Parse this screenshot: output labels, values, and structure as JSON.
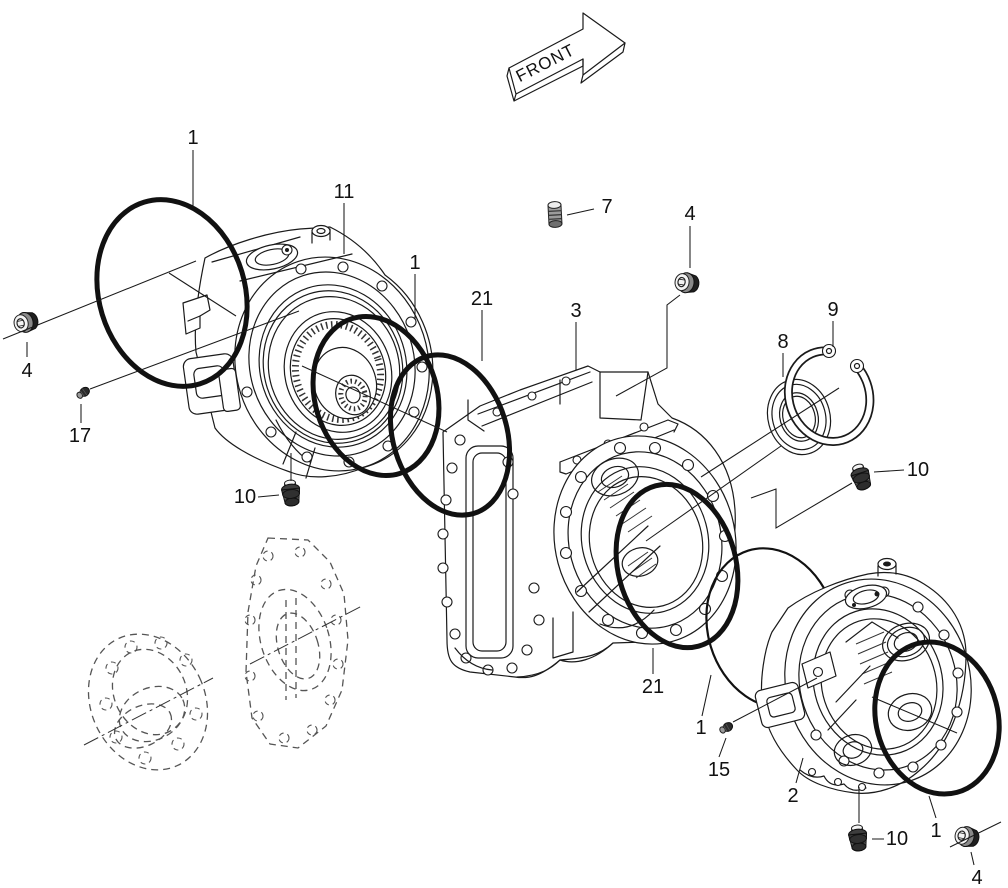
{
  "figure": {
    "front_arrow_label": "FRONT"
  },
  "colors": {
    "background": "#ffffff",
    "line": "#1a1a1a",
    "oring": "#111111",
    "phantom": "#555555"
  },
  "callouts": [
    {
      "label": "1"
    },
    {
      "label": "11"
    },
    {
      "label": "1"
    },
    {
      "label": "21"
    },
    {
      "label": "3"
    },
    {
      "label": "7"
    },
    {
      "label": "4"
    },
    {
      "label": "8"
    },
    {
      "label": "9"
    },
    {
      "label": "10"
    },
    {
      "label": "10"
    },
    {
      "label": "4"
    },
    {
      "label": "17"
    },
    {
      "label": "21"
    },
    {
      "label": "1"
    },
    {
      "label": "15"
    },
    {
      "label": "2"
    },
    {
      "label": "10"
    },
    {
      "label": "1"
    },
    {
      "label": "4"
    }
  ]
}
